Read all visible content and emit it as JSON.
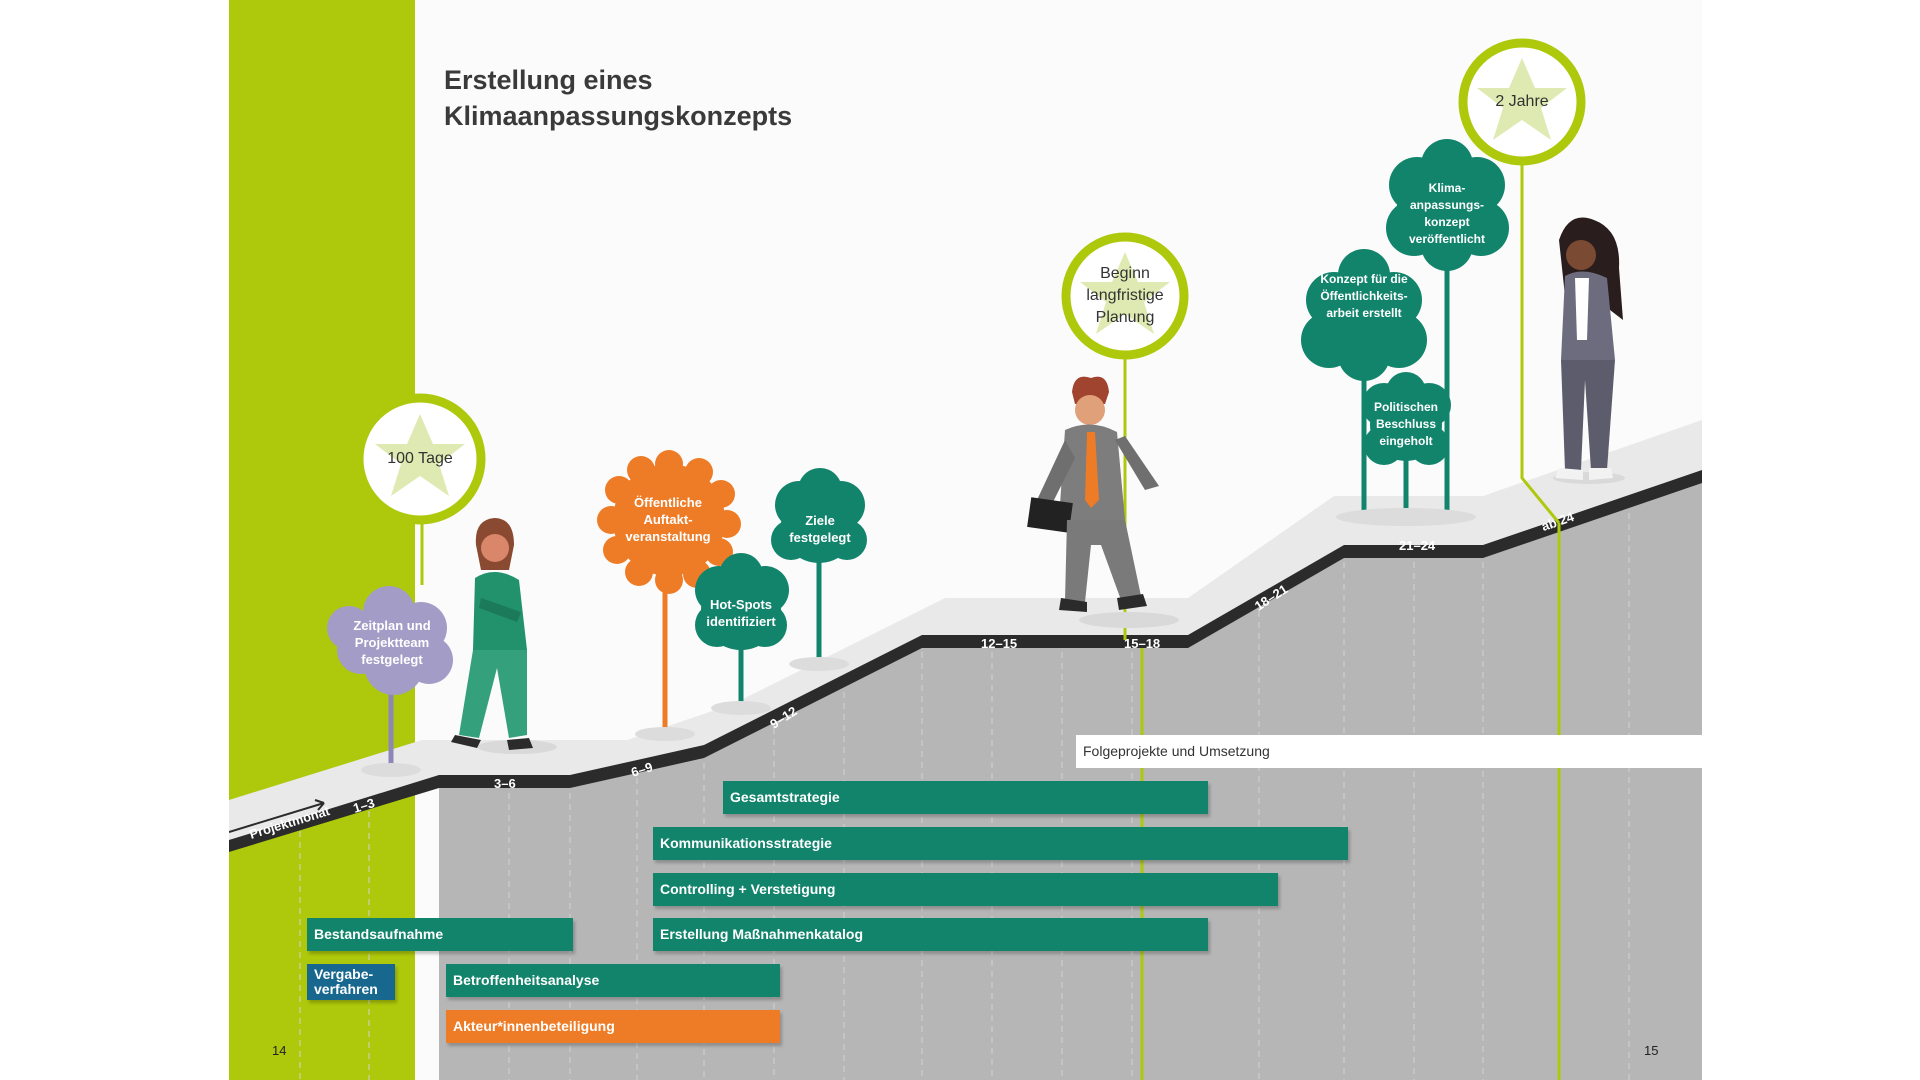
{
  "title": {
    "line1": "Erstellung eines",
    "line2": "Klimaanpassungskonzepts"
  },
  "timeline": {
    "axis_label": "Projektmonat",
    "months": [
      "1–3",
      "3–6",
      "6–9",
      "9–12",
      "12–15",
      "15–18",
      "18–21",
      "21–24",
      "ab 24"
    ]
  },
  "milestones": {
    "m100": "100 Tage",
    "beginn": "Beginn langfristige Planung",
    "jahre": "2 Jahre"
  },
  "trees": {
    "zeitplan": "Zeitplan und Projektteam festgelegt",
    "auftakt": "Öffentliche Auftakt-veranstaltung",
    "hotspots": "Hot-Spots identifiziert",
    "ziele": "Ziele festgelegt",
    "konzept_oeff": "Konzept für die Öffentlichkeits-arbeit erstellt",
    "klima": "Klima-anpassungs-konzept veröffentlicht",
    "beschluss": "Politischen Beschluss eingeholt"
  },
  "bars": {
    "folgeprojekte": "Folgeprojekte und Umsetzung",
    "gesamtstrategie": "Gesamtstrategie",
    "kommunikation": "Kommunikationsstrategie",
    "controlling": "Controlling + Verstetigung",
    "bestand": "Bestandsaufnahme",
    "massnahmen": "Erstellung Maßnahmenkatalog",
    "vergabe": "Vergabe-verfahren",
    "betroffenheit": "Betroffenheitsanalyse",
    "akteur": "Akteur*innenbeteiligung"
  },
  "page_numbers": {
    "left": "14",
    "right": "15"
  },
  "colors": {
    "lime": "#aec90b",
    "teal": "#12846c",
    "orange": "#ee7c27",
    "blue": "#17678f",
    "lavender": "#a39cc6",
    "gray": "#b6b6b6"
  }
}
